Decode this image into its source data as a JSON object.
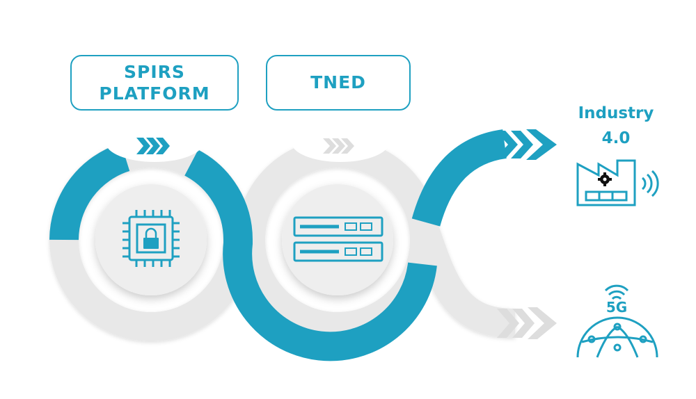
{
  "diagram": {
    "stages": [
      {
        "id": "spirs",
        "label_lines": [
          "SPIRS",
          "PLATFORM"
        ],
        "icon": "microchip-lock-icon"
      },
      {
        "id": "tned",
        "label_lines": [
          "TNED"
        ],
        "icon": "server-rack-icon"
      }
    ],
    "outcomes": [
      {
        "id": "industry",
        "label_lines": [
          "Industry",
          "4.0"
        ],
        "icon": "smart-factory-icon"
      },
      {
        "id": "fiveg",
        "label_lines": [
          "5G"
        ],
        "icon": "5g-network-globe-icon"
      }
    ]
  },
  "colors": {
    "accent": "#1ea0c1",
    "track_light": "#e8e8e8",
    "track_shadow": "#d4d4d4",
    "disc": "#eeeeee",
    "disc_shadow": "#c9c9c9",
    "chevron_inactive": "#dddddd",
    "background": "#ffffff"
  }
}
